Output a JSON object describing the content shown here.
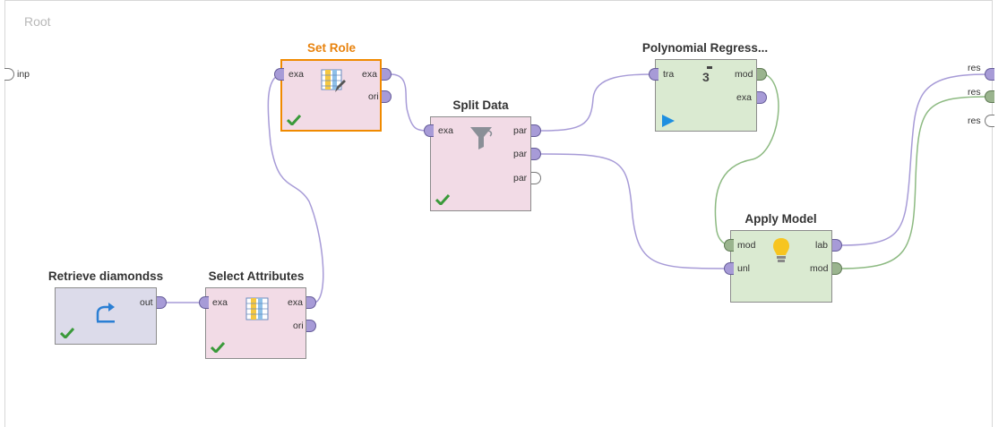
{
  "canvas": {
    "root_label": "Root"
  },
  "process_ports": {
    "input": "inp",
    "outputs": [
      "res",
      "res",
      "res"
    ]
  },
  "operators": {
    "retrieve": {
      "title": "Retrieve diamondss",
      "ports_out": [
        "out"
      ]
    },
    "select_attributes": {
      "title": "Select Attributes",
      "ports_in": [
        "exa"
      ],
      "ports_out": [
        "exa",
        "ori"
      ]
    },
    "set_role": {
      "title": "Set Role",
      "ports_in": [
        "exa"
      ],
      "ports_out": [
        "exa",
        "ori"
      ]
    },
    "split_data": {
      "title": "Split Data",
      "ports_in": [
        "exa"
      ],
      "ports_out": [
        "par",
        "par",
        "par"
      ]
    },
    "poly_regression": {
      "title": "Polynomial Regress...",
      "icon_text": "3",
      "ports_in": [
        "tra"
      ],
      "ports_out": [
        "mod",
        "exa"
      ]
    },
    "apply_model": {
      "title": "Apply Model",
      "ports_in": [
        "mod",
        "unl"
      ],
      "ports_out": [
        "lab",
        "mod"
      ]
    }
  },
  "colors": {
    "port_example": "#a79bd7",
    "port_model": "#9ab48e",
    "wire_example": "#a79bd7",
    "wire_model": "#8dba82",
    "selected_border": "#f08a00",
    "check": "#3a9a3a"
  }
}
